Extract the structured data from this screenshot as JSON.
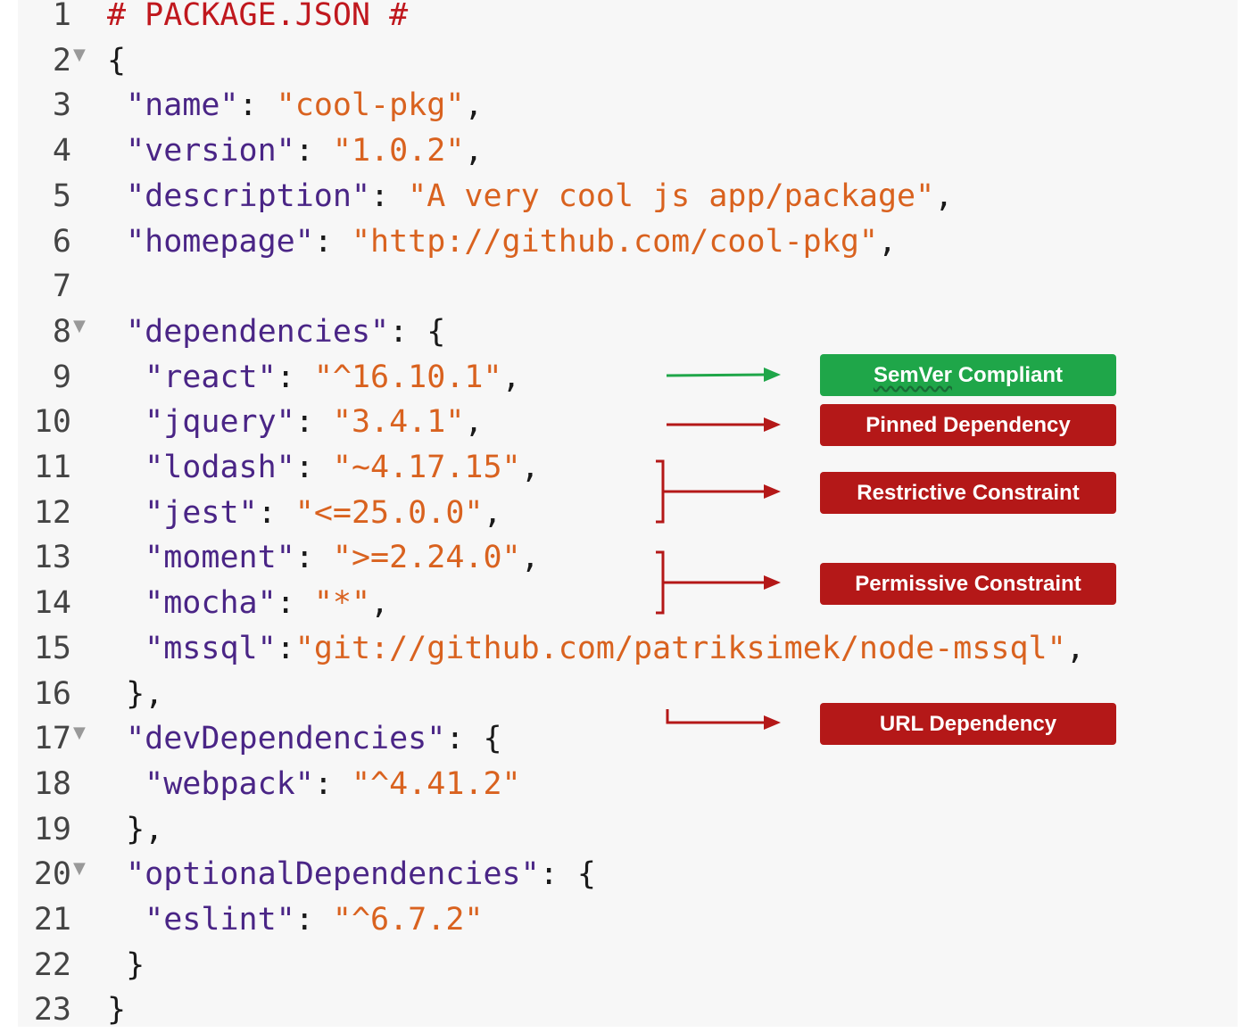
{
  "editor": {
    "lines": [
      {
        "n": "1",
        "fold": false,
        "tokens": [
          {
            "t": "comment",
            "v": "# PACKAGE.JSON #"
          }
        ]
      },
      {
        "n": "2",
        "fold": true,
        "tokens": [
          {
            "t": "punc",
            "v": "{"
          }
        ]
      },
      {
        "n": "3",
        "fold": false,
        "tokens": [
          {
            "t": "punc",
            "v": " "
          },
          {
            "t": "key",
            "v": "\"name\""
          },
          {
            "t": "punc",
            "v": ": "
          },
          {
            "t": "str",
            "v": "\"cool-pkg\""
          },
          {
            "t": "punc",
            "v": ","
          }
        ]
      },
      {
        "n": "4",
        "fold": false,
        "tokens": [
          {
            "t": "punc",
            "v": " "
          },
          {
            "t": "key",
            "v": "\"version\""
          },
          {
            "t": "punc",
            "v": ": "
          },
          {
            "t": "str",
            "v": "\"1.0.2\""
          },
          {
            "t": "punc",
            "v": ","
          }
        ]
      },
      {
        "n": "5",
        "fold": false,
        "tokens": [
          {
            "t": "punc",
            "v": " "
          },
          {
            "t": "key",
            "v": "\"description\""
          },
          {
            "t": "punc",
            "v": ": "
          },
          {
            "t": "str",
            "v": "\"A very cool js app/package\""
          },
          {
            "t": "punc",
            "v": ","
          }
        ]
      },
      {
        "n": "6",
        "fold": false,
        "tokens": [
          {
            "t": "punc",
            "v": " "
          },
          {
            "t": "key",
            "v": "\"homepage\""
          },
          {
            "t": "punc",
            "v": ": "
          },
          {
            "t": "str",
            "v": "\"http://github.com/cool-pkg\""
          },
          {
            "t": "punc",
            "v": ","
          }
        ]
      },
      {
        "n": "7",
        "fold": false,
        "tokens": []
      },
      {
        "n": "8",
        "fold": true,
        "tokens": [
          {
            "t": "punc",
            "v": " "
          },
          {
            "t": "key",
            "v": "\"dependencies\""
          },
          {
            "t": "punc",
            "v": ": {"
          }
        ]
      },
      {
        "n": "9",
        "fold": false,
        "tokens": [
          {
            "t": "punc",
            "v": "  "
          },
          {
            "t": "key",
            "v": "\"react\""
          },
          {
            "t": "punc",
            "v": ": "
          },
          {
            "t": "str",
            "v": "\"^16.10.1\""
          },
          {
            "t": "punc",
            "v": ","
          }
        ]
      },
      {
        "n": "10",
        "fold": false,
        "tokens": [
          {
            "t": "punc",
            "v": "  "
          },
          {
            "t": "key",
            "v": "\"jquery\""
          },
          {
            "t": "punc",
            "v": ": "
          },
          {
            "t": "str",
            "v": "\"3.4.1\""
          },
          {
            "t": "punc",
            "v": ","
          }
        ]
      },
      {
        "n": "11",
        "fold": false,
        "tokens": [
          {
            "t": "punc",
            "v": "  "
          },
          {
            "t": "key",
            "v": "\"lodash\""
          },
          {
            "t": "punc",
            "v": ": "
          },
          {
            "t": "str",
            "v": "\"~4.17.15\""
          },
          {
            "t": "punc",
            "v": ","
          }
        ]
      },
      {
        "n": "12",
        "fold": false,
        "tokens": [
          {
            "t": "punc",
            "v": "  "
          },
          {
            "t": "key",
            "v": "\"jest\""
          },
          {
            "t": "punc",
            "v": ": "
          },
          {
            "t": "str",
            "v": "\"<=25.0.0\""
          },
          {
            "t": "punc",
            "v": ","
          }
        ]
      },
      {
        "n": "13",
        "fold": false,
        "tokens": [
          {
            "t": "punc",
            "v": "  "
          },
          {
            "t": "key",
            "v": "\"moment\""
          },
          {
            "t": "punc",
            "v": ": "
          },
          {
            "t": "str",
            "v": "\">=2.24.0\""
          },
          {
            "t": "punc",
            "v": ","
          }
        ]
      },
      {
        "n": "14",
        "fold": false,
        "tokens": [
          {
            "t": "punc",
            "v": "  "
          },
          {
            "t": "key",
            "v": "\"mocha\""
          },
          {
            "t": "punc",
            "v": ": "
          },
          {
            "t": "str",
            "v": "\"*\""
          },
          {
            "t": "punc",
            "v": ","
          }
        ]
      },
      {
        "n": "15",
        "fold": false,
        "tokens": [
          {
            "t": "punc",
            "v": "  "
          },
          {
            "t": "key",
            "v": "\"mssql\""
          },
          {
            "t": "punc",
            "v": ":"
          },
          {
            "t": "str",
            "v": "\"git://github.com/patriksimek/node-mssql\""
          },
          {
            "t": "punc",
            "v": ","
          }
        ]
      },
      {
        "n": "16",
        "fold": false,
        "tokens": [
          {
            "t": "punc",
            "v": " },"
          }
        ]
      },
      {
        "n": "17",
        "fold": true,
        "tokens": [
          {
            "t": "punc",
            "v": " "
          },
          {
            "t": "key",
            "v": "\"devDependencies\""
          },
          {
            "t": "punc",
            "v": ": {"
          }
        ]
      },
      {
        "n": "18",
        "fold": false,
        "tokens": [
          {
            "t": "punc",
            "v": "  "
          },
          {
            "t": "key",
            "v": "\"webpack\""
          },
          {
            "t": "punc",
            "v": ": "
          },
          {
            "t": "str",
            "v": "\"^4.41.2\""
          }
        ]
      },
      {
        "n": "19",
        "fold": false,
        "tokens": [
          {
            "t": "punc",
            "v": " },"
          }
        ]
      },
      {
        "n": "20",
        "fold": true,
        "tokens": [
          {
            "t": "punc",
            "v": " "
          },
          {
            "t": "key",
            "v": "\"optionalDependencies\""
          },
          {
            "t": "punc",
            "v": ": {"
          }
        ]
      },
      {
        "n": "21",
        "fold": false,
        "tokens": [
          {
            "t": "punc",
            "v": "  "
          },
          {
            "t": "key",
            "v": "\"eslint\""
          },
          {
            "t": "punc",
            "v": ": "
          },
          {
            "t": "str",
            "v": "\"^6.7.2\""
          }
        ]
      },
      {
        "n": "22",
        "fold": false,
        "tokens": [
          {
            "t": "punc",
            "v": " }"
          }
        ]
      },
      {
        "n": "23",
        "fold": false,
        "tokens": [
          {
            "t": "punc",
            "v": "}"
          }
        ]
      }
    ],
    "colors": {
      "comment": "#c0181e",
      "key": "#4a2586",
      "string": "#d9621f",
      "punctuation": "#1a1a1a",
      "gutter": "#444444",
      "background": "#f7f7f7"
    }
  },
  "annotations": {
    "semver": {
      "label": "SemVer Compliant",
      "color": "#1fa649"
    },
    "pinned": {
      "label": "Pinned Dependency",
      "color": "#b41818"
    },
    "restrictive": {
      "label": "Restrictive Constraint",
      "color": "#b41818"
    },
    "permissive": {
      "label": "Permissive Constraint",
      "color": "#b41818"
    },
    "url": {
      "label": "URL Dependency",
      "color": "#b41818"
    }
  },
  "icons": {
    "fold": "fold-triangle-icon"
  }
}
